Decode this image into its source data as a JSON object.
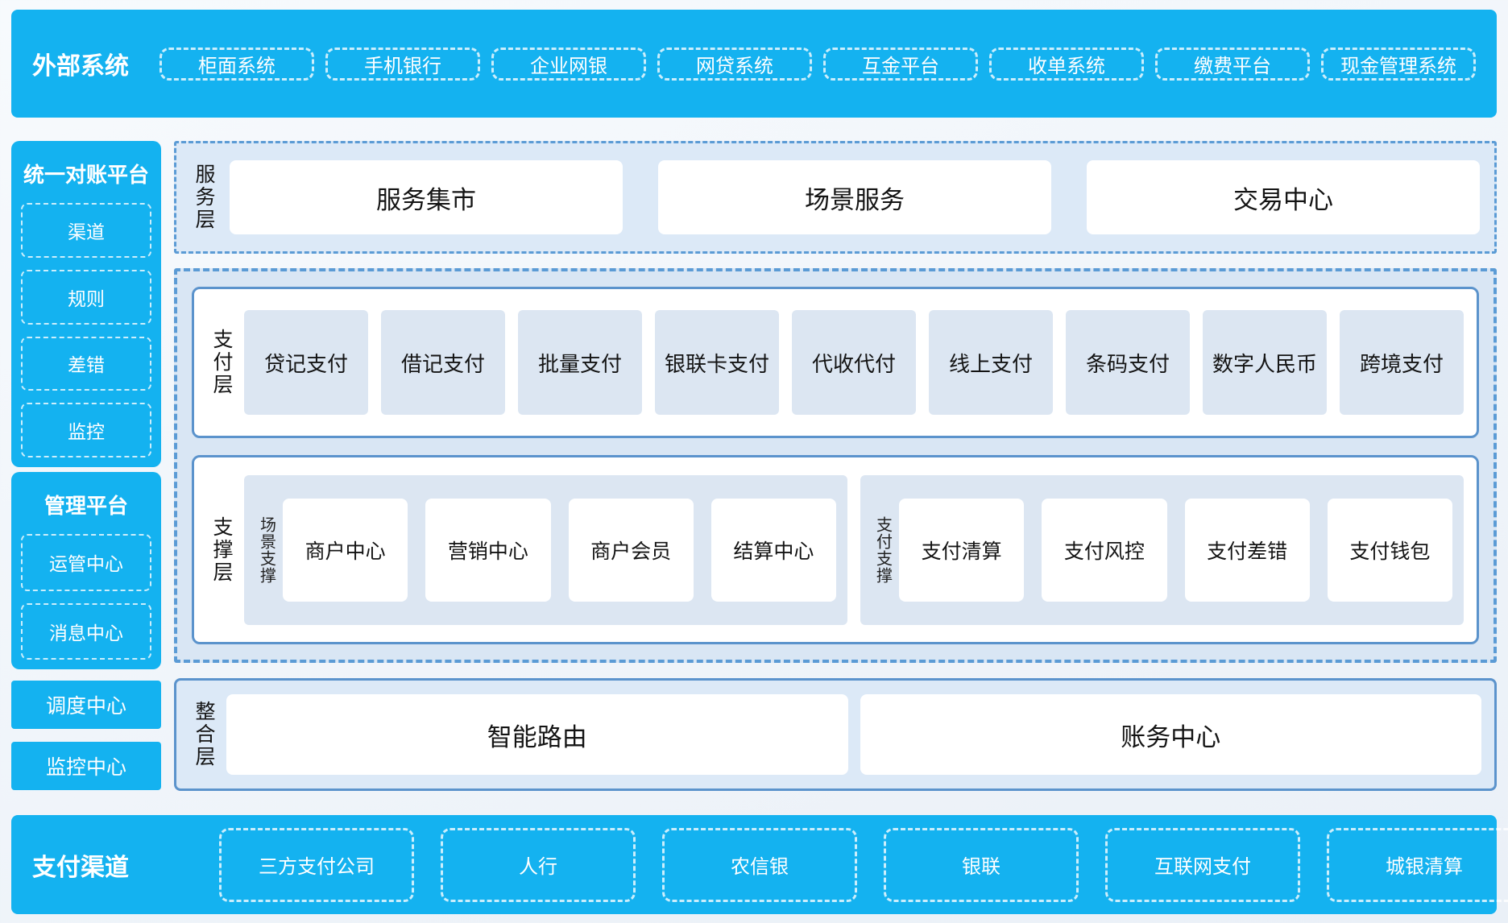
{
  "colors": {
    "bright_blue": "#14b2f0",
    "border_blue": "#5b93cc",
    "dash_blue": "#5b9bd5",
    "panel_fill": "#dce9f7",
    "item_fill": "#dce6f2",
    "text_dark": "#141414",
    "text_white": "#ffffff"
  },
  "top_banner": {
    "title": "外部系统",
    "items": [
      "柜面系统",
      "手机银行",
      "企业网银",
      "网贷系统",
      "互金平台",
      "收单系统",
      "缴费平台",
      "现金管理系统"
    ]
  },
  "sidebar": {
    "reconciliation": {
      "title": "统一对账平台",
      "items": [
        "渠道",
        "规则",
        "差错",
        "监控"
      ]
    },
    "management": {
      "title": "管理平台",
      "items": [
        "运管中心",
        "消息中心"
      ]
    },
    "solo_items": [
      "调度中心",
      "监控中心"
    ]
  },
  "layers": {
    "service": {
      "label": "服务层",
      "items": [
        "服务集市",
        "场景服务",
        "交易中心"
      ]
    },
    "payment": {
      "label": "支付层",
      "items": [
        "贷记支付",
        "借记支付",
        "批量支付",
        "银联卡支付",
        "代收代付",
        "线上支付",
        "条码支付",
        "数字人民币",
        "跨境支付"
      ]
    },
    "support": {
      "label": "支撑层",
      "groups": [
        {
          "label": "场景支撑",
          "items": [
            "商户中心",
            "营销中心",
            "商户会员",
            "结算中心"
          ]
        },
        {
          "label": "支付支撑",
          "items": [
            "支付清算",
            "支付风控",
            "支付差错",
            "支付钱包"
          ]
        }
      ]
    },
    "integration": {
      "label": "整合层",
      "items": [
        "智能路由",
        "账务中心"
      ]
    }
  },
  "bottom_banner": {
    "title": "支付渠道",
    "items": [
      "三方支付公司",
      "人行",
      "农信银",
      "银联",
      "互联网支付",
      "城银清算"
    ]
  }
}
